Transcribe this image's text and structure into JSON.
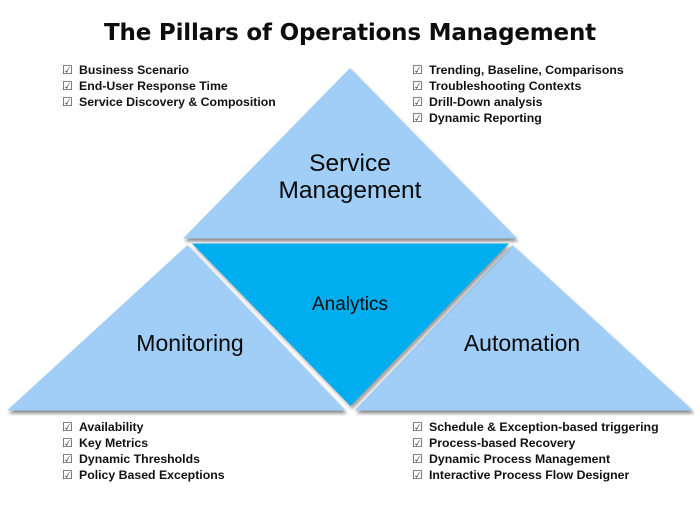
{
  "title": "The Pillars of Operations Management",
  "colors": {
    "outer_triangle": "#a0cef7",
    "inner_triangle": "#00aeef",
    "shadow": "#808080",
    "text": "#0a0a0a",
    "background": "#ffffff"
  },
  "checkbox_icon": "☑",
  "diagram": {
    "type": "pyramid",
    "segments": [
      {
        "name": "service-management",
        "label": "Service\nManagement",
        "color": "#a0cef7"
      },
      {
        "name": "monitoring",
        "label": "Monitoring",
        "color": "#a0cef7"
      },
      {
        "name": "automation",
        "label": "Automation",
        "color": "#a0cef7"
      },
      {
        "name": "analytics",
        "label": "Analytics",
        "color": "#00aeef"
      }
    ]
  },
  "lists": {
    "top_left": {
      "name": "service-management-capabilities",
      "items": [
        "Business Scenario",
        "End-User Response Time",
        "Service Discovery & Composition"
      ]
    },
    "top_right": {
      "name": "analytics-capabilities",
      "items": [
        "Trending, Baseline, Comparisons",
        "Troubleshooting Contexts",
        "Drill-Down analysis",
        "Dynamic Reporting"
      ]
    },
    "bottom_left": {
      "name": "monitoring-capabilities",
      "items": [
        "Availability",
        "Key Metrics",
        "Dynamic Thresholds",
        "Policy Based Exceptions"
      ]
    },
    "bottom_right": {
      "name": "automation-capabilities",
      "items": [
        "Schedule & Exception-based triggering",
        "Process-based Recovery",
        "Dynamic Process Management",
        "Interactive Process Flow Designer"
      ]
    }
  }
}
